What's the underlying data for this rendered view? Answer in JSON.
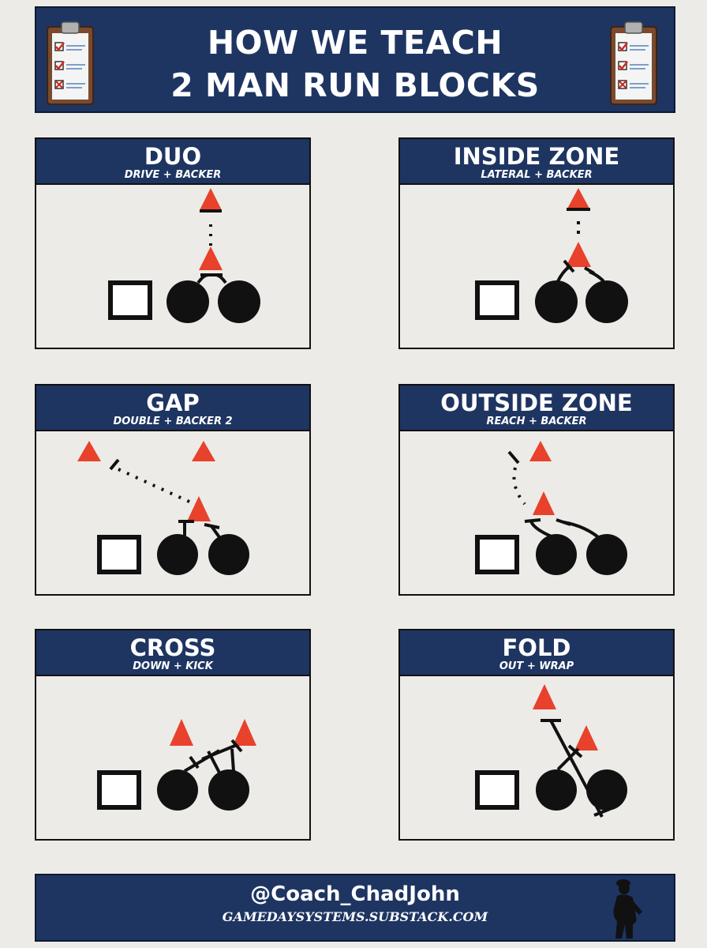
{
  "header": {
    "title_line1": "HOW WE TEACH",
    "title_line2": "2 MAN RUN BLOCKS",
    "icon": "clipboard-checklist-icon"
  },
  "panels": [
    {
      "title": "DUO",
      "subtitle": "DRIVE + BACKER"
    },
    {
      "title": "INSIDE ZONE",
      "subtitle": "LATERAL + BACKER"
    },
    {
      "title": "GAP",
      "subtitle": "DOUBLE + BACKER 2"
    },
    {
      "title": "OUTSIDE ZONE",
      "subtitle": "REACH + BACKER"
    },
    {
      "title": "CROSS",
      "subtitle": "DOWN + KICK"
    },
    {
      "title": "FOLD",
      "subtitle": "OUT + WRAP"
    }
  ],
  "footer": {
    "handle": "@Coach_ChadJohn",
    "site": "GAMEDAYSYSTEMS.SUBSTACK.COM",
    "icon": "coach-silhouette-icon"
  },
  "colors": {
    "navy": "#1e3562",
    "defender_red": "#e8412c",
    "paper": "#ecebe7",
    "ink": "#111111"
  }
}
